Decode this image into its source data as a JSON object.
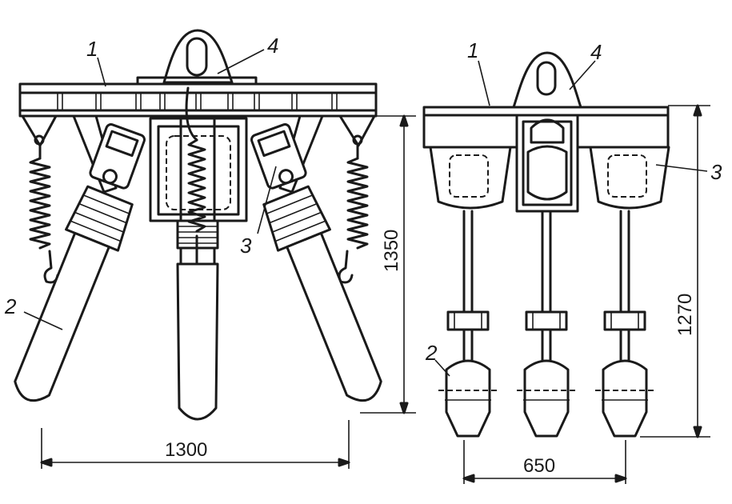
{
  "left_view": {
    "callouts": {
      "bar": "1",
      "insulator": "2",
      "clamp": "3",
      "lug": "4"
    },
    "dimensions": {
      "width": "1300",
      "height": "1350"
    }
  },
  "right_view": {
    "callouts": {
      "bar": "1",
      "insulator": "2",
      "clamp": "3",
      "lug": "4"
    },
    "dimensions": {
      "width": "650",
      "height": "1270"
    }
  },
  "colors": {
    "ink": "#1a1a1a",
    "paper": "#ffffff"
  }
}
